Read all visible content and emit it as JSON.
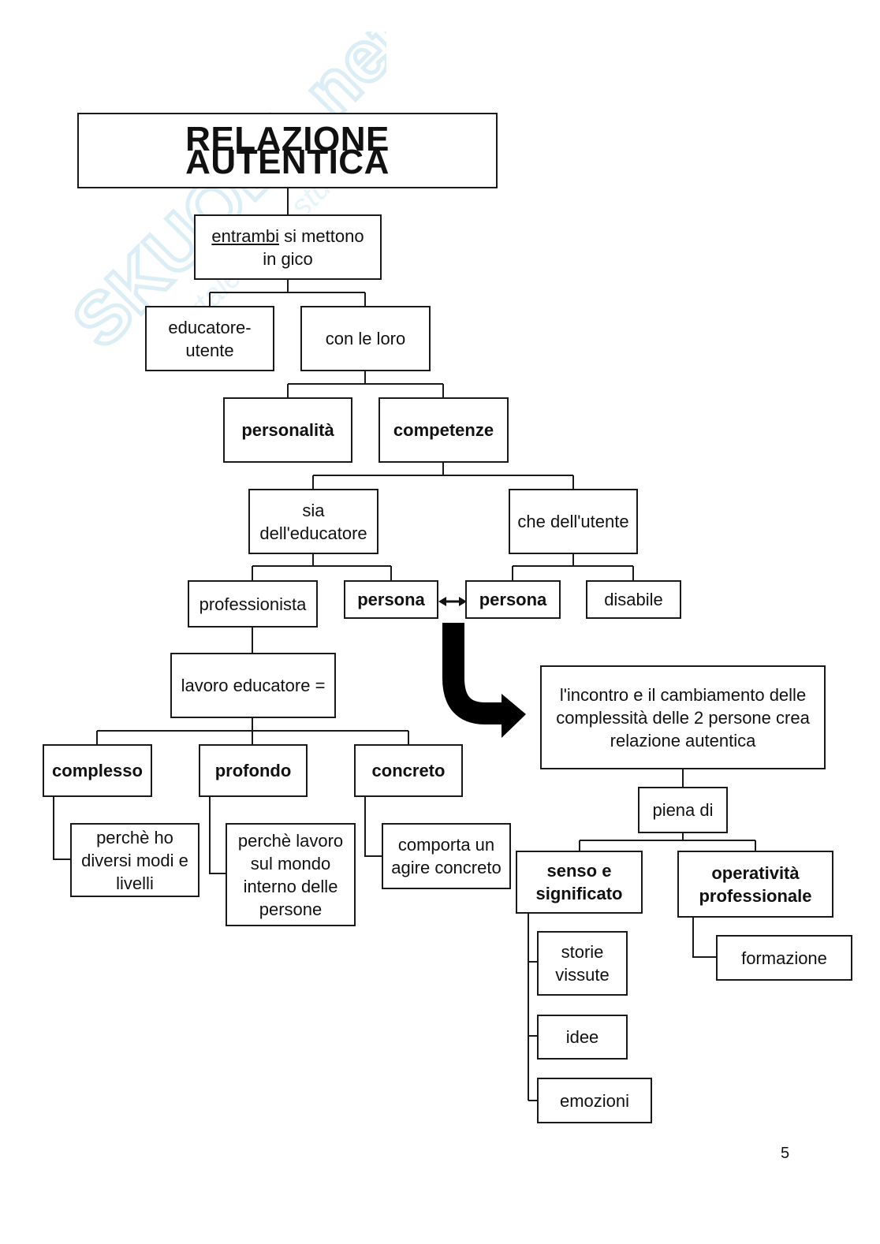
{
  "watermark": {
    "brand": "SKUOLA.net",
    "tagline": "il portale dello studente",
    "color": "#bfe0ee"
  },
  "title": "RELAZIONE AUTENTICA",
  "nodes": {
    "entrambi_u": "entrambi",
    "entrambi_rest": "si mettono",
    "entrambi_l2": "in gico",
    "educatore_utente_l1": "educatore-",
    "educatore_utente_l2": "utente",
    "con_le_loro": "con le loro",
    "personalita": "personalità",
    "competenze": "competenze",
    "sia_l1": "sia",
    "sia_l2": "dell'educatore",
    "che_utente": "che dell'utente",
    "professionista": "professionista",
    "persona_left": "persona",
    "persona_right": "persona",
    "disabile": "disabile",
    "lavoro_educatore": "lavoro educatore =",
    "complesso": "complesso",
    "profondo": "profondo",
    "concreto": "concreto",
    "perche_ho_l1": "perchè ho",
    "perche_ho_l2": "diversi modi e",
    "perche_ho_l3": "livelli",
    "perche_lavoro_l1": "perchè lavoro",
    "perche_lavoro_l2": "sul mondo",
    "perche_lavoro_l3": "interno delle",
    "perche_lavoro_l4": "persone",
    "comporta_l1": "comporta un",
    "comporta_l2": "agire concreto",
    "incontro_l1": "l'incontro e il cambiamento delle",
    "incontro_l2": "complessità delle 2 persone crea",
    "incontro_l3": "relazione autentica",
    "piena_di": "piena di",
    "senso_l1": "senso e",
    "senso_l2": "significato",
    "operativita_l1": "operatività",
    "operativita_l2": "professionale",
    "storie_l1": "storie",
    "storie_l2": "vissute",
    "idee": "idee",
    "emozioni": "emozioni",
    "formazione": "formazione"
  },
  "page_number": "5"
}
